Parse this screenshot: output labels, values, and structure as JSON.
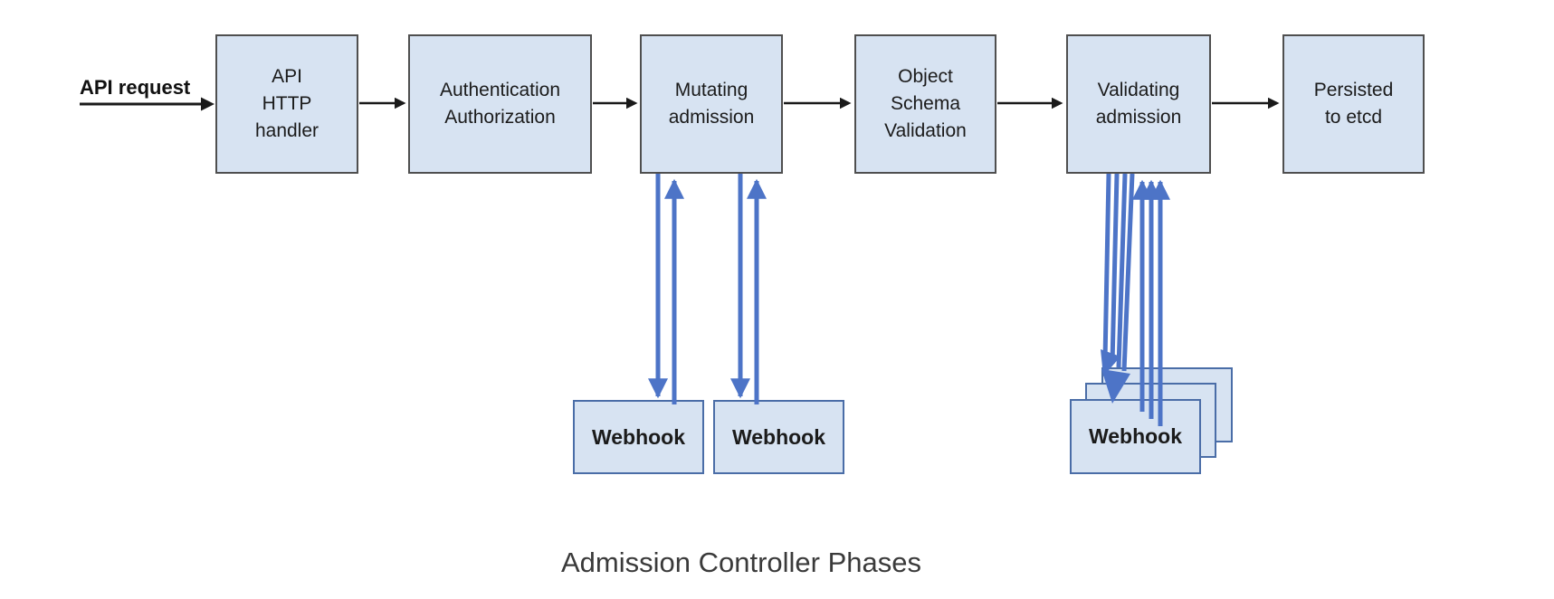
{
  "diagram": {
    "caption": "Admission Controller Phases",
    "request_label": "API request",
    "phases": [
      {
        "label": "API\nHTTP\nhandler"
      },
      {
        "label": "Authentication\nAuthorization"
      },
      {
        "label": "Mutating\nadmission"
      },
      {
        "label": "Object\nSchema\nValidation"
      },
      {
        "label": "Validating\nadmission"
      },
      {
        "label": "Persisted\nto etcd"
      }
    ],
    "mutating_webhooks": [
      {
        "label": "Webhook"
      },
      {
        "label": "Webhook"
      }
    ],
    "validating_webhooks": [
      {
        "label": "Webhook"
      },
      {
        "label": "Webhook"
      },
      {
        "label": "Webhook"
      }
    ],
    "colors": {
      "box_fill": "#d7e3f2",
      "phase_border": "#4f4f4f",
      "webhook_border": "#4a6da7",
      "flow_arrow": "#1a1a1a",
      "webhook_arrow": "#4d74c7",
      "caption_text": "#3a3a3a"
    }
  }
}
